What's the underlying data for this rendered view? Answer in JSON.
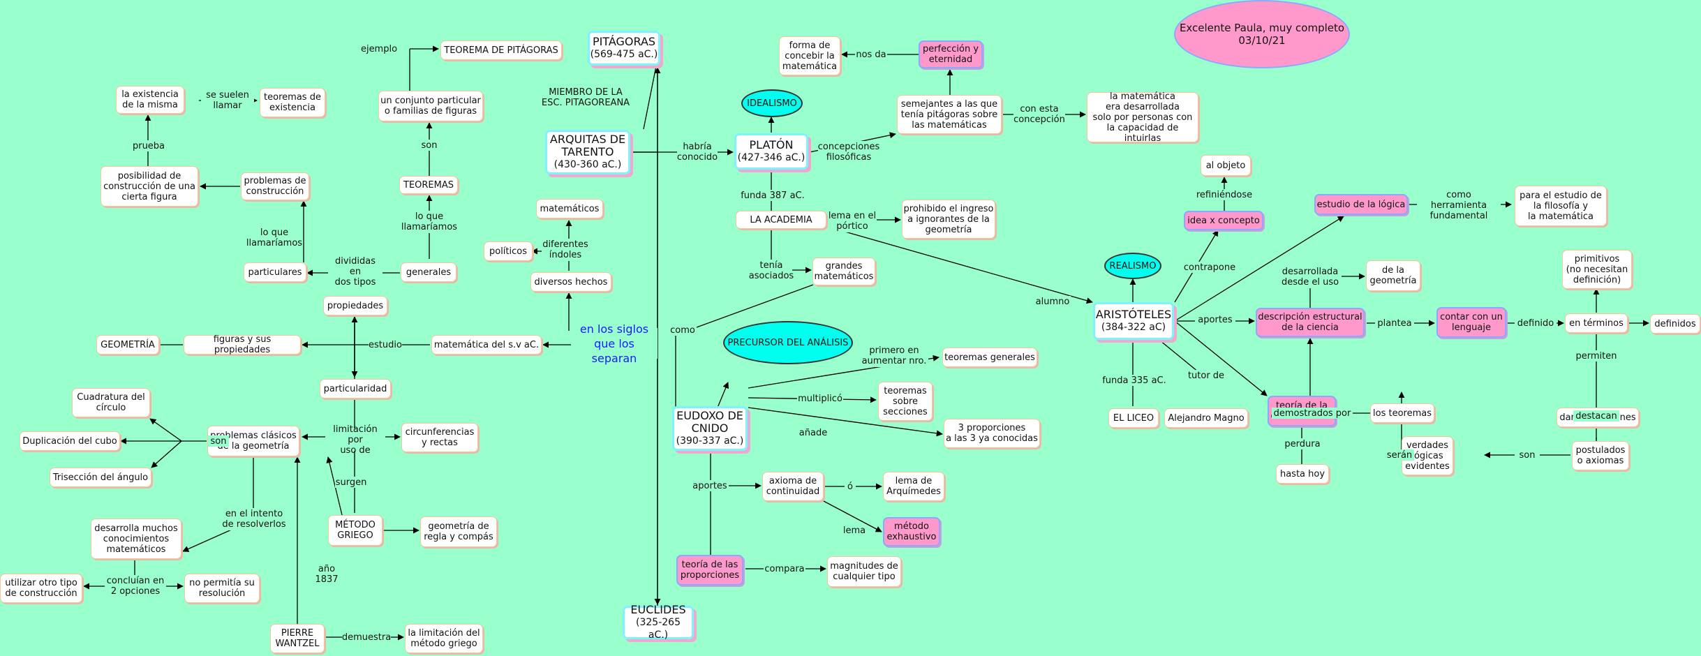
{
  "nodes": {
    "pitagoras": {
      "title": "PITÁGORAS",
      "sub": "(569-475 aC.)"
    },
    "arquitas": {
      "title": "ARQUITAS DE\nTARENTO",
      "sub": "(430-360 aC.)"
    },
    "platon": {
      "title": "PLATÓN",
      "sub": "(427-346 aC.)"
    },
    "eudoxo": {
      "title": "EUDOXO DE\nCNIDO",
      "sub": "(390-337 aC.)"
    },
    "euclides": {
      "title": "EUCLIDES",
      "sub": "(325-265 aC.)"
    },
    "aristoteles": {
      "title": "ARISTÓTELES",
      "sub": "(384-322 aC)"
    },
    "teorema_pitagoras": "TEOREMA DE PITÁGORAS",
    "conjunto_particular": "un conjunto particular\no familias de figuras",
    "teoremas": "TEOREMAS",
    "generales": "generales",
    "particulares": "particulares",
    "propiedades": "propiedades",
    "particularidad": "particularidad",
    "matematica_sv": "matemática del s.v aC.",
    "figuras_propiedades": "figuras y sus propiedades",
    "geometria": "GEOMETRÍA",
    "existencia": "la existencia\nde la misma",
    "teoremas_existencia": "teoremas de\nexistencia",
    "posibilidad": "posibilidad de\nconstrucción de una\ncierta figura",
    "problemas_construccion": "problemas de\nconstrucción",
    "matematicos": "matemáticos",
    "politicos": "políticos",
    "diversos_hechos": "diversos hechos",
    "cuadratura": "Cuadratura del\ncírculo",
    "duplicacion": "Duplicación del cubo",
    "triseccion": "Trisección del ángulo",
    "problemas_clasicos": "problemas clásicos\nde la geometría",
    "circunferencias": "circunferencias\ny rectas",
    "metodo_griego": "MÉTODO\nGRIEGO",
    "geometria_regla": "geometría de\nregla y compás",
    "desarrolla": "desarrolla muchos\nconocimientos\nmatemáticos",
    "otro_tipo": "utilizar otro tipo\nde construcción",
    "no_permitia": "no permitía su\nresolución",
    "wantzel": "PIERRE\nWANTZEL",
    "limitacion_metodo": "la limitación del\nmétodo griego",
    "forma_concebir": "forma de\nconcebir la\nmatemática",
    "perfeccion": "perfección y\neternidad",
    "idealismo": "IDEALISMO",
    "semejantes": "semejantes a las que\ntenía pitágoras sobre\nlas matemáticas",
    "matematica_desarrollada": "la matemática\nera desarrollada\nsolo por personas con\nla capacidad de intuirlas",
    "academia": "LA ACADEMIA",
    "prohibido": "prohibido el ingreso\na ignorantes de la\ngeometría",
    "grandes_matematicos": "grandes\nmatemáticos",
    "precursor": "PRECURSOR DEL ANÁLISIS",
    "teoremas_generales": "teoremas generales",
    "teoremas_secciones": "teoremas\nsobre\nsecciones",
    "tres_proporciones": "3 proporciones\na las 3 ya conocidas",
    "axioma": "axioma de\ncontinuidad",
    "lema_arquimedes": "lema de\nArquímedes",
    "metodo_exhaustivo": "método\nexhaustivo",
    "teoria_proporciones": "teoría de las\nproporciones",
    "magnitudes": "magnitudes de\ncualquier tipo",
    "realismo": "REALISMO",
    "liceo": "EL LICEO",
    "alejandro": "Alejandro Magno",
    "al_objeto": "al objeto",
    "idea_concepto": "idea x concepto",
    "estudio_logica": "estudio de la lógica",
    "filosofia_matematica": "para el estudio de\nla filosofía y\nla matemática",
    "de_geometria": "de la\ngeometría",
    "descripcion": "descripción estructural\nde la ciencia",
    "contar_lenguaje": "contar con un\nlenguaje",
    "en_terminos": "en términos",
    "definidos": "definidos",
    "primitivos": "primitivos\n(no necesitan\ndefinición)",
    "dar_afirmaciones": "dar afirmaciones",
    "postulados": "postulados\no axiomas",
    "verdades": "verdades\nlógicas\nevidentes",
    "los_teoremas": "los teoremas",
    "teoria_demostracion": "teoría de la\ndemostración",
    "hasta_hoy": "hasta hoy",
    "nota": "Excelente Paula, muy completo\n03/10/21"
  },
  "labels": {
    "ejemplo": "ejemplo",
    "miembro": "MIEMBRO DE LA\nESC. PITAGOREANA",
    "son1": "son",
    "lo_que1": "lo que\nllamaríamos",
    "se_suelen": "se suelen\nllamar",
    "prueba": "prueba",
    "lo_que2": "lo que\nllamaríamos",
    "divididas": "divididas en\ndos tipos",
    "estudio": "estudio",
    "diferentes": "diferentes\níndoles",
    "en_los_siglos": "en los siglos\nque los separan",
    "son2": "son",
    "limitacion_por": "limitación por\nuso de",
    "surgen": "surgen",
    "en_el_intento": "en el intento\nde resolverlos",
    "concluian": "concluían en\n2 opciones",
    "anio": "año\n1837",
    "demuestra": "demuestra",
    "habria": "habría\nconocido",
    "nos_da": "nos da",
    "concepciones": "concepciones\nfilosóficas",
    "con_esta": "con esta\nconcepción",
    "funda_387": "funda 387 aC.",
    "lema_portico": "lema en el\npórtico",
    "tenia_asociados": "tenía\nasociados",
    "como": "como",
    "alumno": "alumno",
    "primero": "primero en\naumentar nro.",
    "multiplico": "multiplicó",
    "anade": "añade",
    "aportes1": "aportes",
    "o": "ó",
    "lema": "lema",
    "compara": "compara",
    "contrapone": "contrapone",
    "refiniendose": "refiniéndose",
    "como_herramienta": "como herramienta\nfundamental",
    "aportes2": "aportes",
    "desarrollada": "desarrollada\ndesde el uso",
    "plantea": "plantea",
    "definido": "definido",
    "permiten": "permiten",
    "destacan": "destacan",
    "son3": "son",
    "seran": "serán",
    "demostrados": "demostrados por",
    "perdura": "perdura",
    "funda_335": "funda 335 aC.",
    "tutor": "tutor de"
  }
}
